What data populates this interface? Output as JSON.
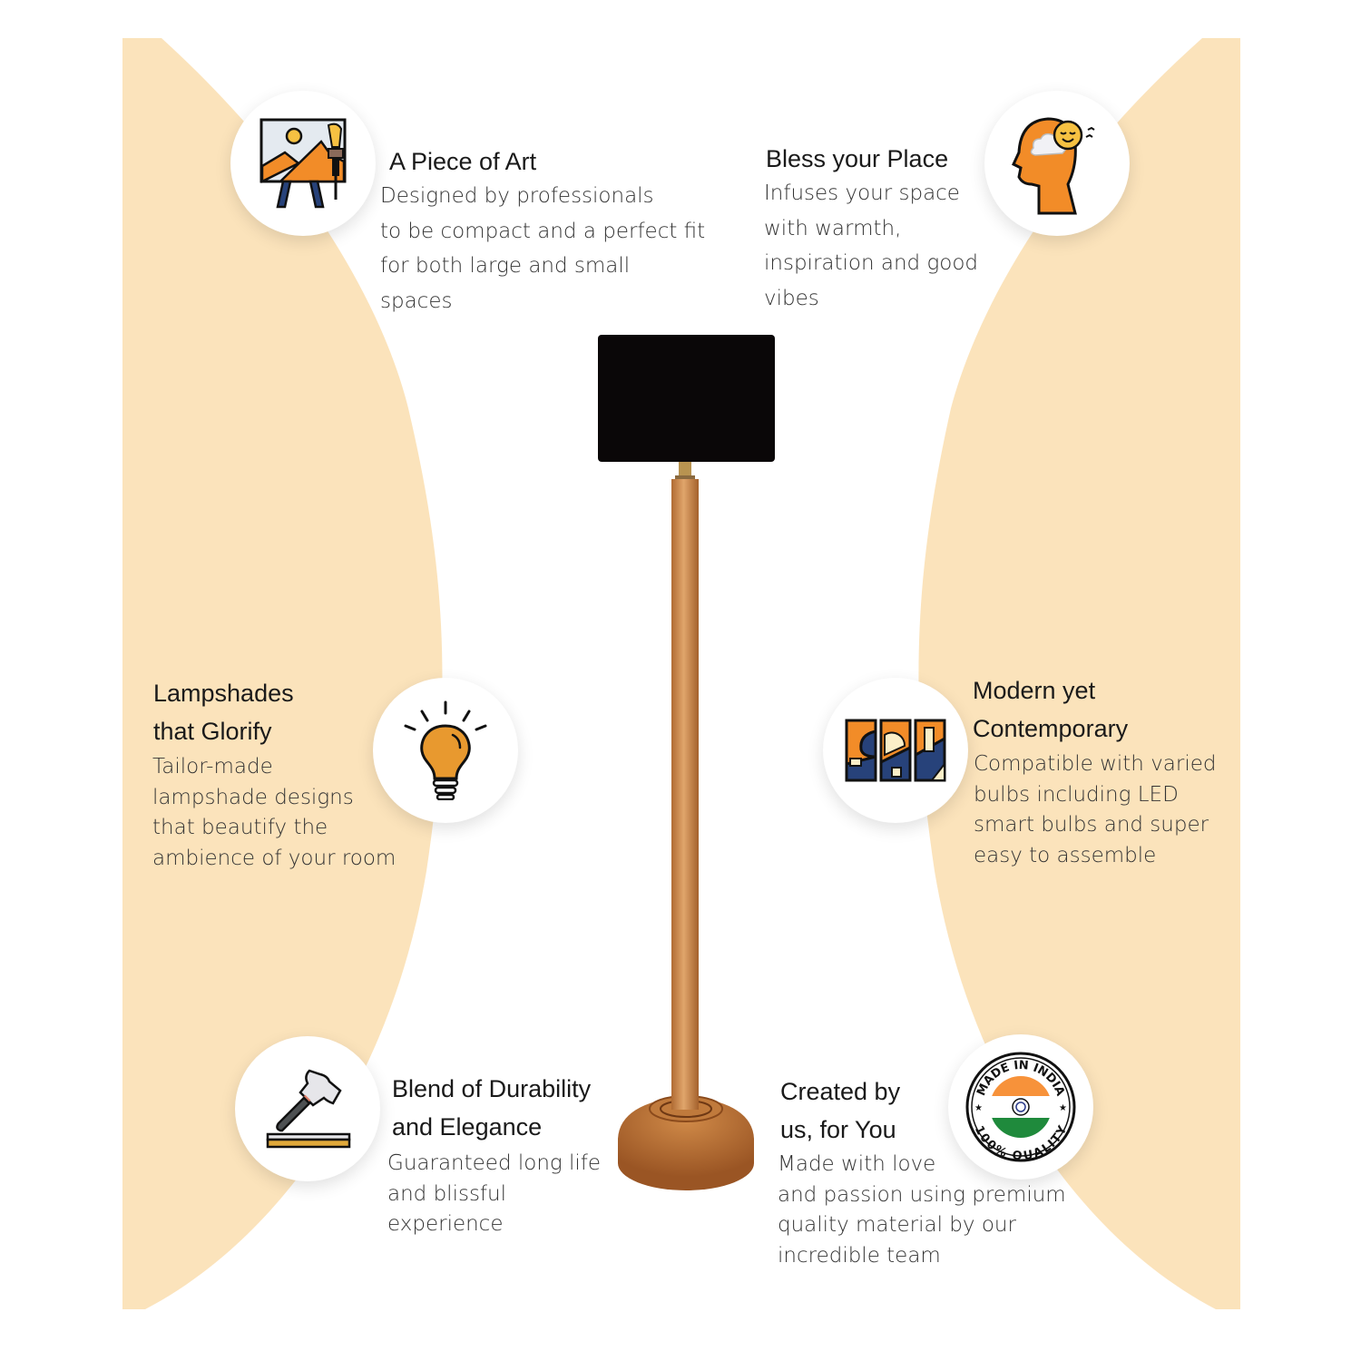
{
  "colors": {
    "peach_bg": "#fbe3bb",
    "lampshade": "#0a0708",
    "wood": "#c8874a",
    "accent_orange": "#f28c28",
    "accent_navy": "#27427a"
  },
  "features": [
    {
      "id": "art",
      "icon": "easel-painting-icon",
      "title_lines": [
        "A Piece of Art"
      ],
      "desc_lines": [
        "Designed by professionals",
        "to be compact and a perfect fit",
        "for both large and small",
        "spaces"
      ]
    },
    {
      "id": "bless",
      "icon": "happy-mind-head-icon",
      "title_lines": [
        "Bless your Place"
      ],
      "desc_lines": [
        "Infuses your space",
        "with warmth,",
        "inspiration and good",
        "vibes"
      ]
    },
    {
      "id": "glorify",
      "icon": "light-bulb-icon",
      "title_lines": [
        "Lampshades",
        "that Glorify"
      ],
      "desc_lines": [
        "Tailor-made",
        "lampshade designs",
        "that beautify the",
        "ambience of your room"
      ]
    },
    {
      "id": "modern",
      "icon": "modern-art-panels-icon",
      "title_lines": [
        "Modern yet",
        "Contemporary"
      ],
      "desc_lines": [
        "Compatible with varied",
        "bulbs including LED",
        "smart bulbs and super",
        "easy to assemble"
      ]
    },
    {
      "id": "durability",
      "icon": "hammer-plank-icon",
      "title_lines": [
        "Blend of Durability",
        "and Elegance"
      ],
      "desc_lines": [
        "Guaranteed long life",
        "and blissful",
        "experience"
      ]
    },
    {
      "id": "created",
      "icon": "made-in-india-badge-icon",
      "title_lines": [
        "Created by",
        "us, for You"
      ],
      "desc_lines": [
        "Made with love",
        "and passion using premium",
        "quality material by our",
        "incredible team"
      ]
    }
  ],
  "badge": {
    "top_text": "MADE IN INDIA",
    "bottom_text": "100% QUALITY"
  }
}
